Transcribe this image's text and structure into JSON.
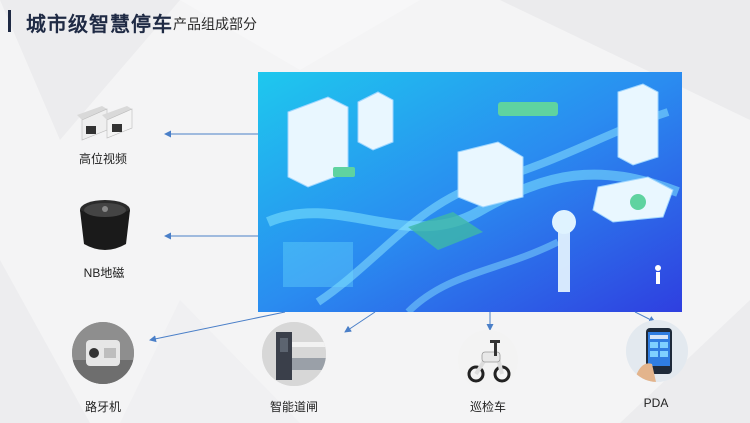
{
  "header": {
    "title": "城市级智慧停车",
    "subtitle": "产品组成部分"
  },
  "products": [
    {
      "label": "高位视频",
      "icon": "high-position-camera-icon"
    },
    {
      "label": "NB地磁",
      "icon": "nb-geomagnetic-sensor-icon"
    },
    {
      "label": "路牙机",
      "icon": "curb-camera-icon"
    },
    {
      "label": "智能道闸",
      "icon": "smart-barrier-gate-icon"
    },
    {
      "label": "巡检车",
      "icon": "patrol-scooter-icon"
    },
    {
      "label": "PDA",
      "icon": "pda-handheld-icon"
    }
  ],
  "colors": {
    "title": "#1f2a44",
    "arrow": "#4a7fc8",
    "city_bg_start": "#19c6f0",
    "city_bg_end": "#2b3fe0"
  }
}
